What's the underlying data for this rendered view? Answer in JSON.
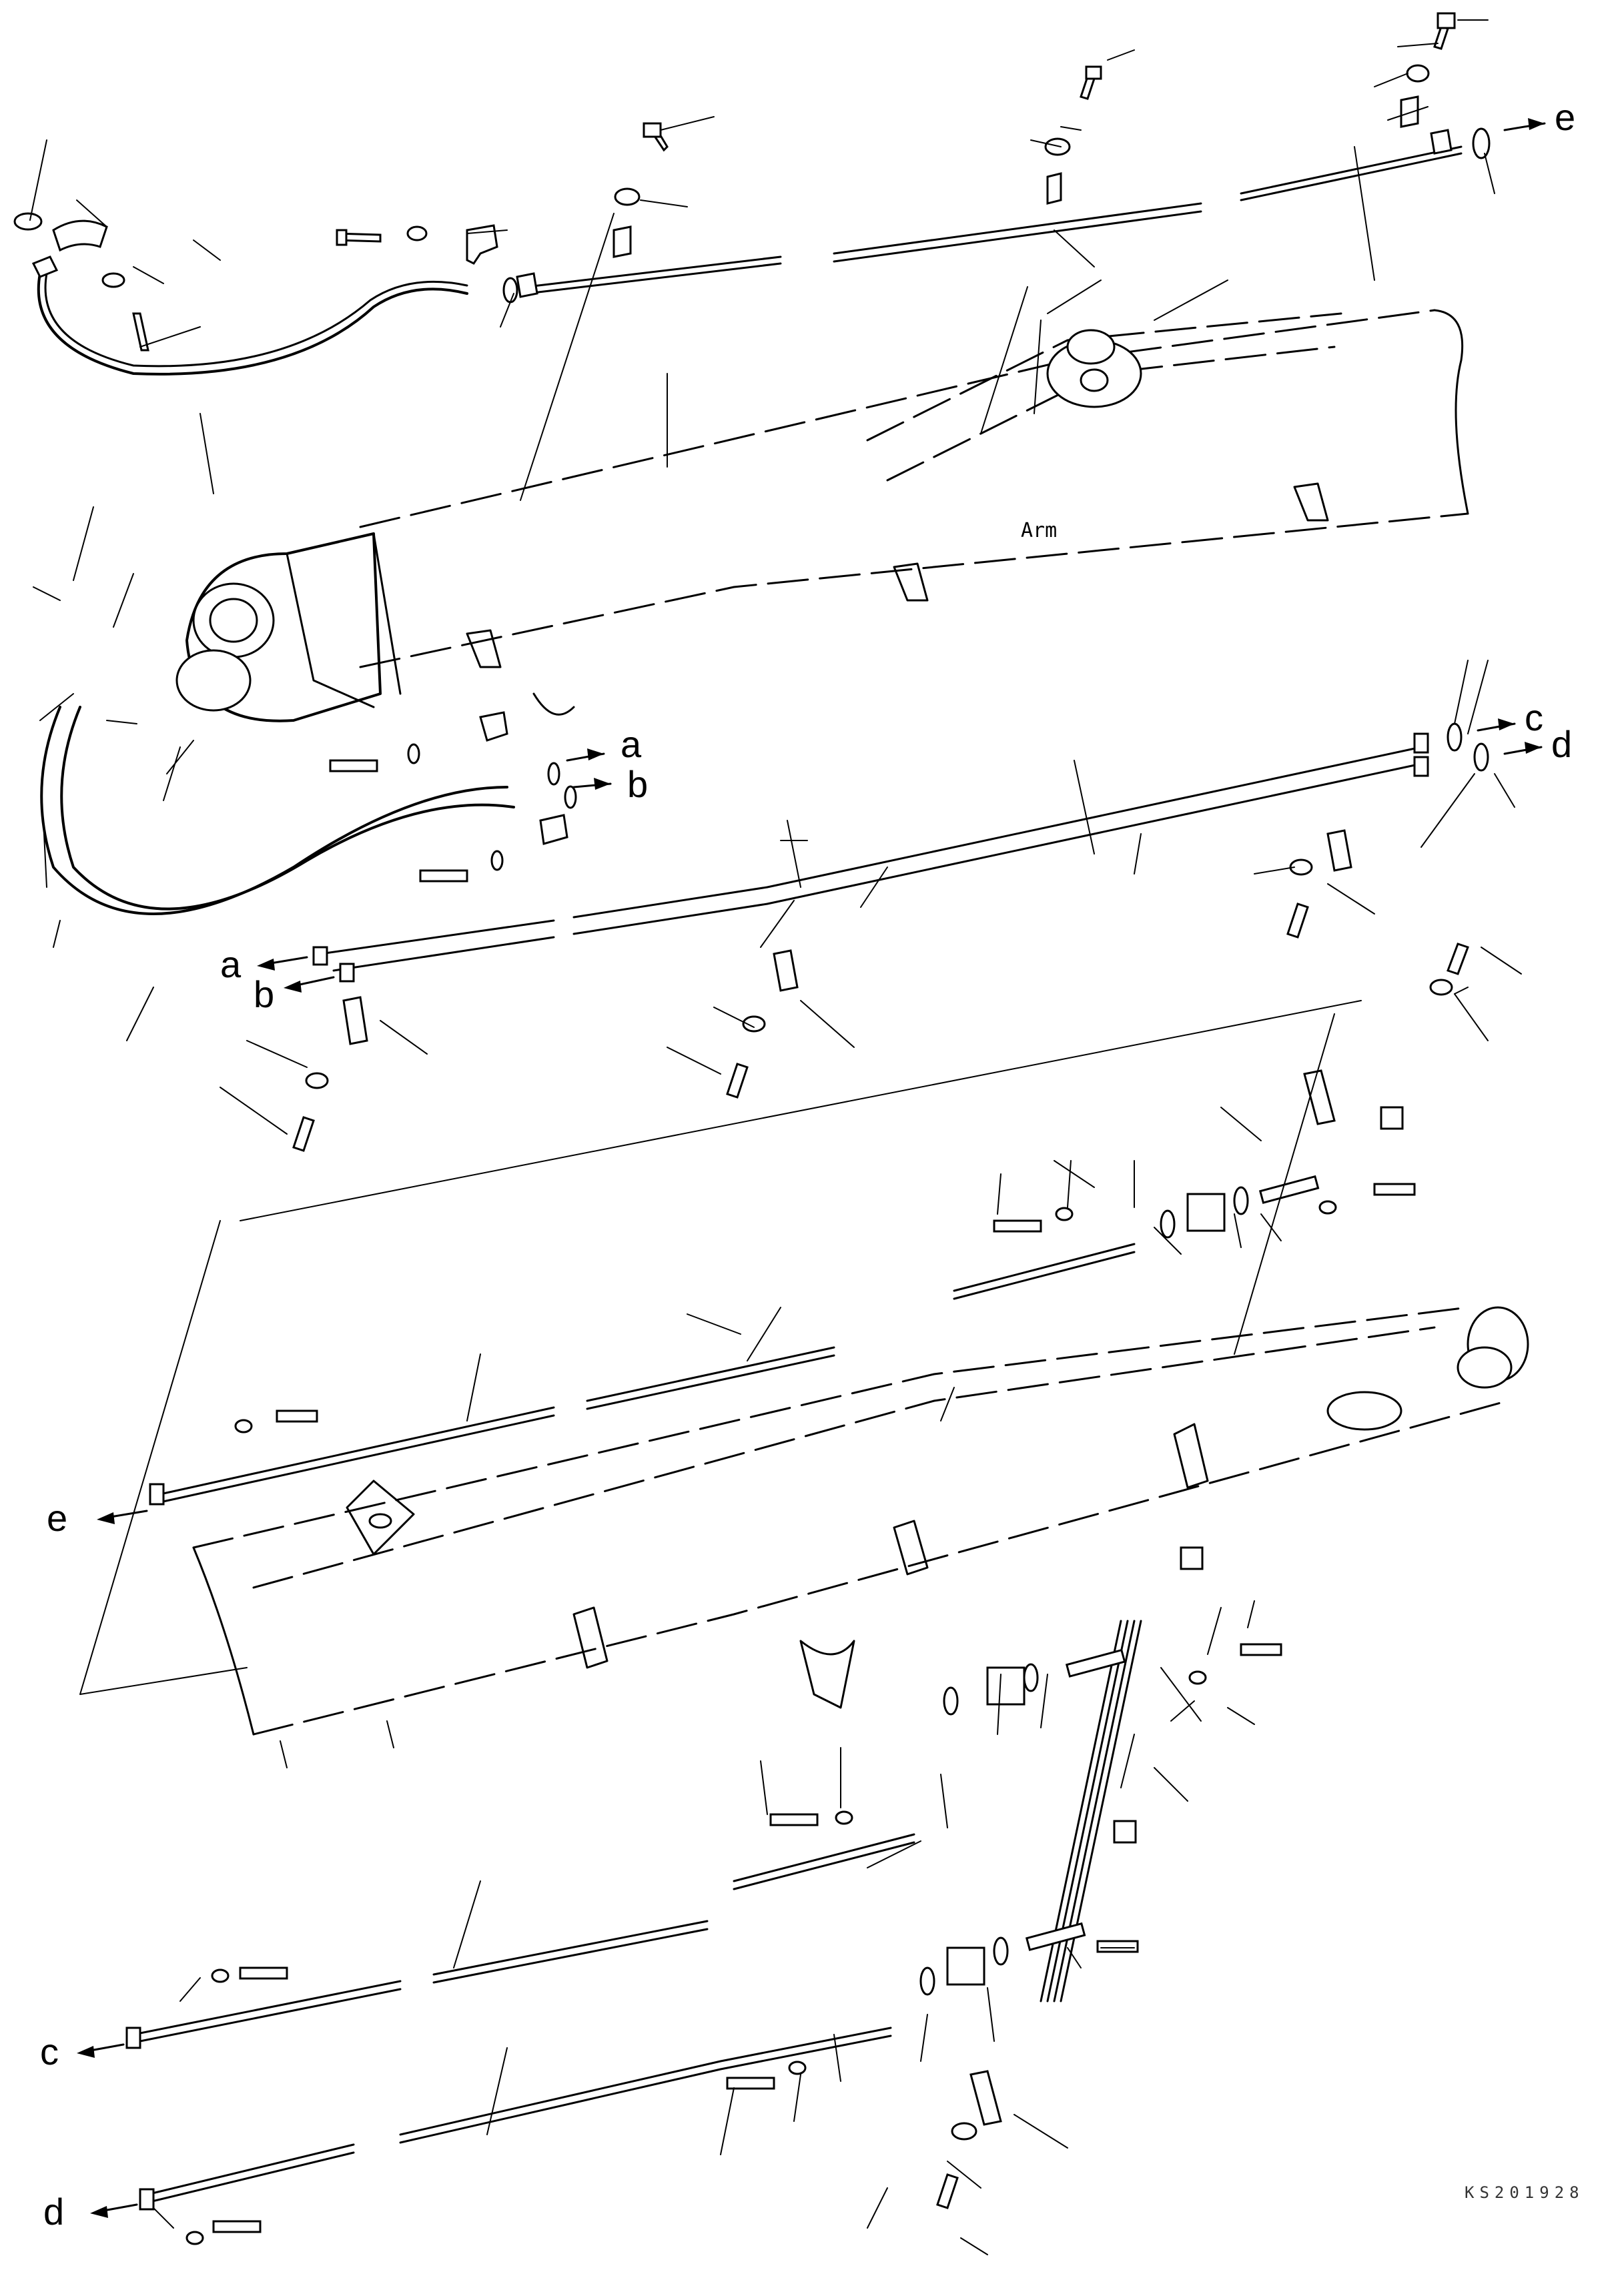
{
  "diagram": {
    "component_label": "Arm",
    "drawing_code": "KS201928",
    "connection_labels": {
      "a_right": "a",
      "b_right": "b",
      "c_right": "c",
      "d_right": "d",
      "e_right": "e",
      "a_left": "a",
      "b_left": "b",
      "c_left": "c",
      "d_left": "d",
      "e_left": "e"
    }
  }
}
